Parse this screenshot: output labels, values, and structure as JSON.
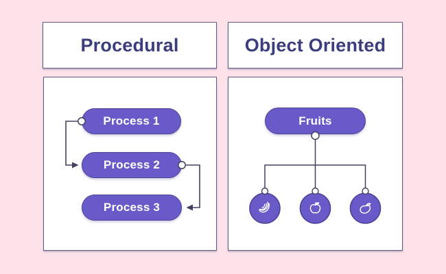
{
  "colors": {
    "background": "#fde3e9",
    "panel_fill": "#ffffff",
    "panel_border": "#5f5a85",
    "title_text": "#3b3d7c",
    "node_fill": "#685bc9",
    "node_border": "#4e4494",
    "node_text": "#ffffff",
    "connector_line": "#41415f",
    "junction_dot_fill": "#ffffff"
  },
  "panels": {
    "procedural": {
      "title": "Procedural",
      "nodes": [
        {
          "label": "Process 1"
        },
        {
          "label": "Process 2"
        },
        {
          "label": "Process 3"
        }
      ]
    },
    "object_oriented": {
      "title": "Object Oriented",
      "root_label": "Fruits",
      "child_icons": [
        {
          "icon": "banana-icon"
        },
        {
          "icon": "apple-icon"
        },
        {
          "icon": "mango-icon"
        }
      ]
    }
  }
}
